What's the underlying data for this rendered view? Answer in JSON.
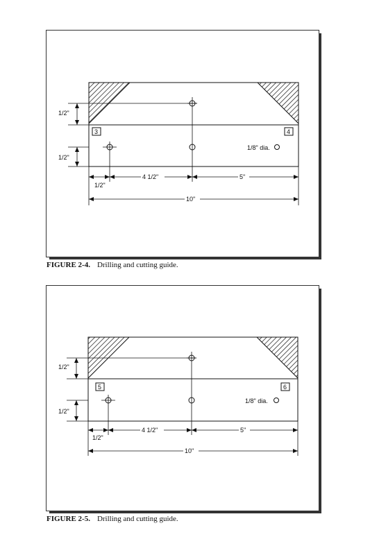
{
  "figures": [
    {
      "caption_number": "FIGURE 2-4.",
      "caption_text": "Drilling and cutting guide.",
      "box_left": "3",
      "box_right": "4",
      "hole_label": "1/8\" dia.",
      "dim_upper_left": "1/2\"",
      "dim_lower_left": "1/2\"",
      "dim_bottom_small": "1/2\"",
      "dim_middle": "4 1/2\"",
      "dim_right": "5\"",
      "dim_total": "10\""
    },
    {
      "caption_number": "FIGURE 2-5.",
      "caption_text": "Drilling and cutting guide.",
      "box_left": "5",
      "box_right": "6",
      "hole_label": "1/8\" dia.",
      "dim_upper_left": "1/2\"",
      "dim_lower_left": "1/2\"",
      "dim_bottom_small": "1/2\"",
      "dim_middle": "4 1/2\"",
      "dim_right": "5\"",
      "dim_total": "10\""
    }
  ]
}
